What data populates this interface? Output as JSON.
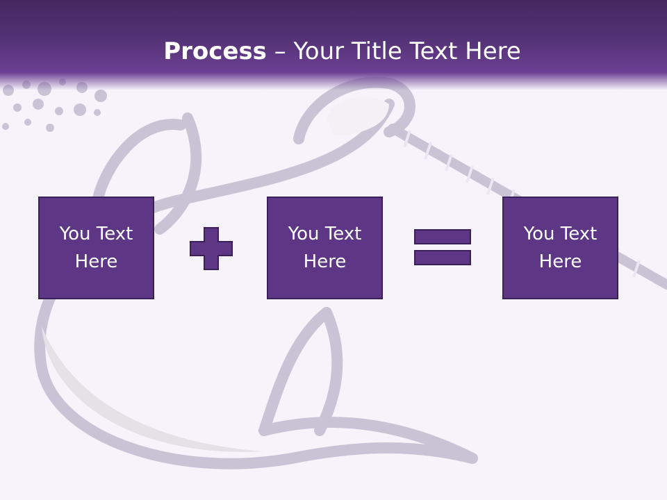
{
  "header": {
    "title_bold": "Process",
    "title_rest": " – Your Title Text Here"
  },
  "process": {
    "steps": [
      {
        "label": "You Text Here"
      },
      {
        "label": "You Text Here"
      },
      {
        "label": "You Text Here"
      }
    ],
    "operators": [
      "plus-icon",
      "equals-icon"
    ]
  },
  "colors": {
    "header_dark": "#44285f",
    "header_light": "#6b3f93",
    "box_fill": "#5d3685",
    "box_border": "#3a1f58",
    "background": "#f6f3fa",
    "illustration": "#c6c0d2"
  }
}
